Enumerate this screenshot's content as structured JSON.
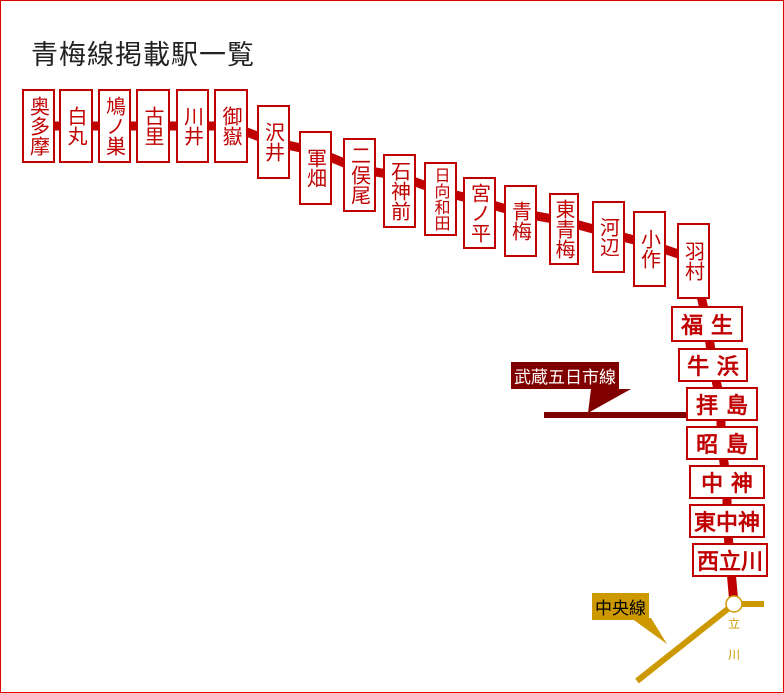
{
  "title": "青梅線掲載駅一覧",
  "colors": {
    "line": "#c00000",
    "itsukaichi": "#800000",
    "chuo": "#cc9900"
  },
  "stations": [
    {
      "name": "奥多摩"
    },
    {
      "name": "白丸"
    },
    {
      "name": "鳩ノ巣"
    },
    {
      "name": "古里"
    },
    {
      "name": "川井"
    },
    {
      "name": "御嶽"
    },
    {
      "name": "沢井"
    },
    {
      "name": "軍畑"
    },
    {
      "name": "二俣尾"
    },
    {
      "name": "石神前"
    },
    {
      "name": "日向和田"
    },
    {
      "name": "宮ノ平"
    },
    {
      "name": "青梅"
    },
    {
      "name": "東青梅"
    },
    {
      "name": "河辺"
    },
    {
      "name": "小作"
    },
    {
      "name": "羽村"
    },
    {
      "name": "福 生"
    },
    {
      "name": "牛 浜"
    },
    {
      "name": "拝 島"
    },
    {
      "name": "昭 島"
    },
    {
      "name": "中 神"
    },
    {
      "name": "東中神"
    },
    {
      "name": "西立川"
    }
  ],
  "connections": {
    "itsukaichi_label": "武蔵五日市線",
    "chuo_label": "中央線"
  },
  "terminal": {
    "char1": "立",
    "char2": "川"
  }
}
